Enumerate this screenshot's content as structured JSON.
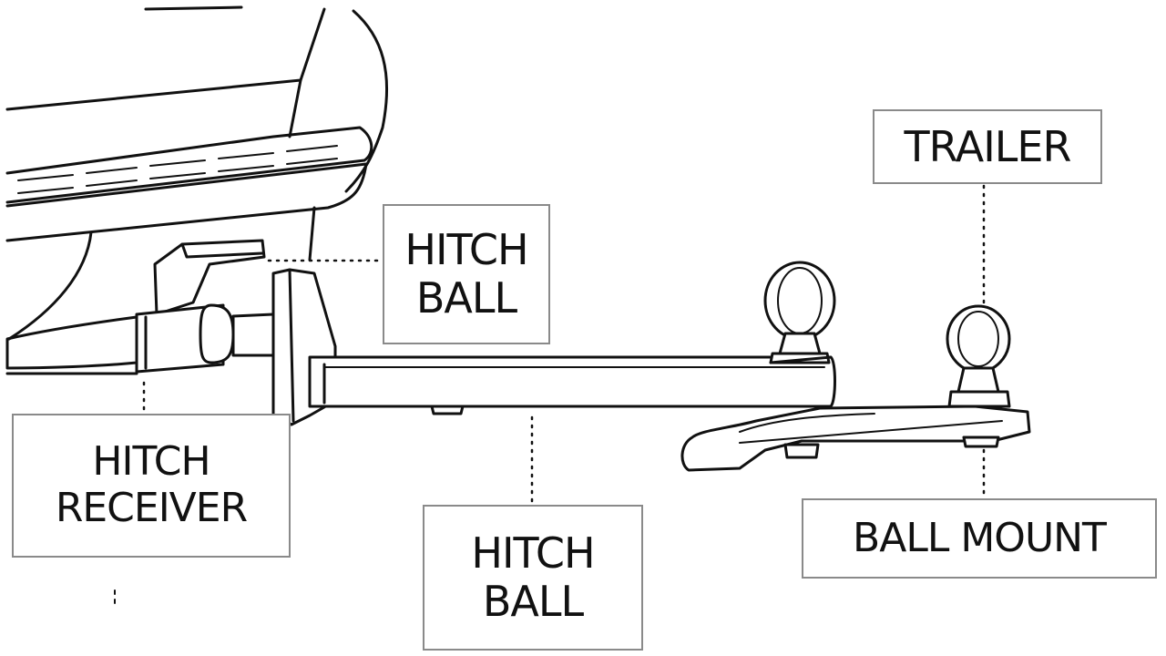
{
  "labels": {
    "hitch_ball_top": {
      "line1": "HITCH",
      "line2": "BALL"
    },
    "hitch_receiver": {
      "line1": "HITCH",
      "line2": "RECEIVER"
    },
    "hitch_ball_bottom": {
      "line1": "HITCH",
      "line2": "BALL"
    },
    "trailer": {
      "line1": "TRAILER"
    },
    "ball_mount": {
      "line1": "BALL MOUNT"
    }
  },
  "colors": {
    "line_art": "#111111",
    "label_border": "#8a8a8a",
    "background": "#ffffff"
  }
}
